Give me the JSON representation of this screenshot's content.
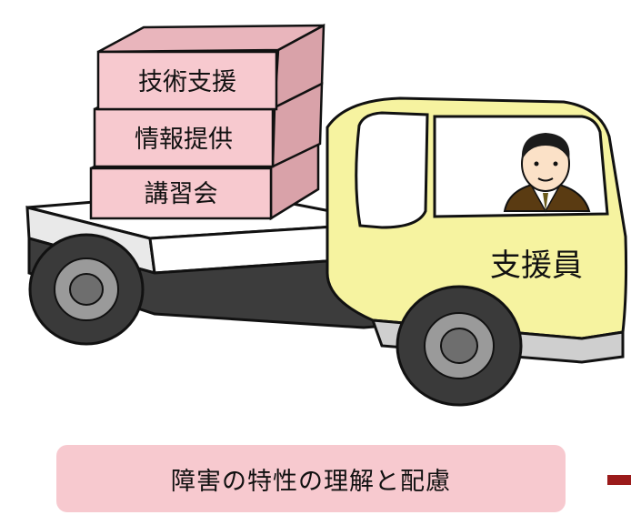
{
  "cargo": {
    "boxes": [
      {
        "label": "技術支援"
      },
      {
        "label": "情報提供"
      },
      {
        "label": "講習会"
      }
    ]
  },
  "driver": {
    "label": "支援員"
  },
  "caption": {
    "text": "障害の特性の理解と配慮"
  },
  "colors": {
    "box_face": "#f7c9cf",
    "box_side": "#d9a2a9",
    "truck_cab": "#f6f3a0",
    "truck_body": "#ffffff",
    "tire": "#3a3a3a",
    "caption_bg": "#f7c9cf",
    "corner_mark": "#9b1b1b"
  },
  "icons": [
    "truck-illustration",
    "driver-figure",
    "cargo-box-stack"
  ]
}
